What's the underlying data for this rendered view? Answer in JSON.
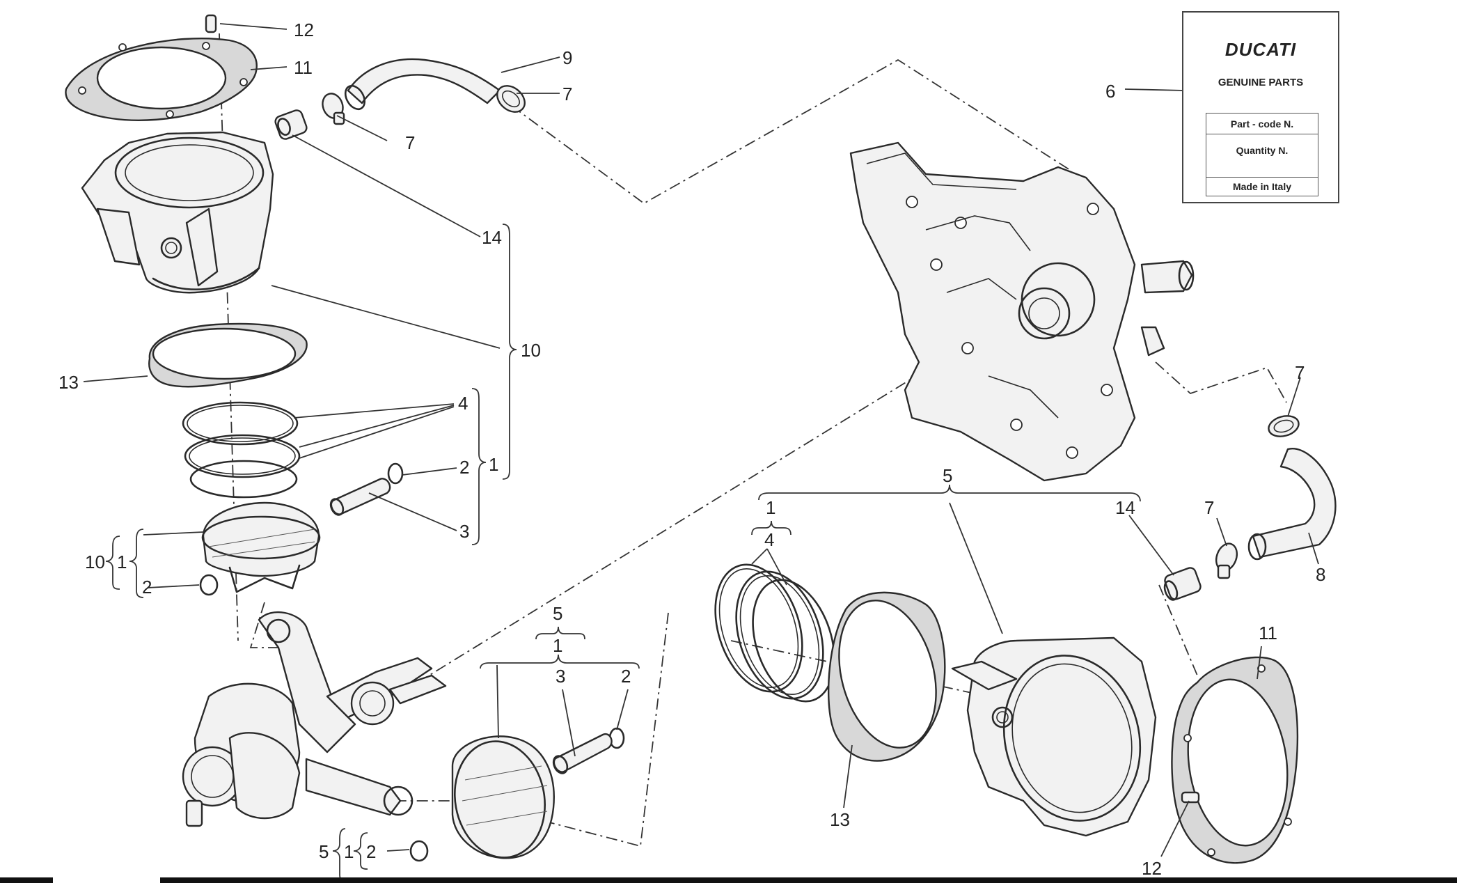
{
  "label_card": {
    "brand": "DUCATI",
    "subtitle": "GENUINE PARTS",
    "fields": [
      "Part - code N.",
      "Quantity N.",
      "Made in Italy"
    ]
  },
  "callouts": {
    "top_left": [
      "12",
      "11",
      "9",
      "7",
      "7",
      "14",
      "10",
      "13",
      "4",
      "2",
      "1",
      "3",
      "10",
      "1",
      "2"
    ],
    "label_card": "6",
    "right_hose": [
      "7",
      "7",
      "8"
    ],
    "right_assembly": [
      "5",
      "1",
      "4",
      "14"
    ],
    "bottom_center": [
      "5",
      "1",
      "3",
      "2"
    ],
    "bottom_left_bracket": [
      "5",
      "1",
      "2"
    ],
    "bottom_right": [
      "13",
      "11",
      "12"
    ]
  }
}
